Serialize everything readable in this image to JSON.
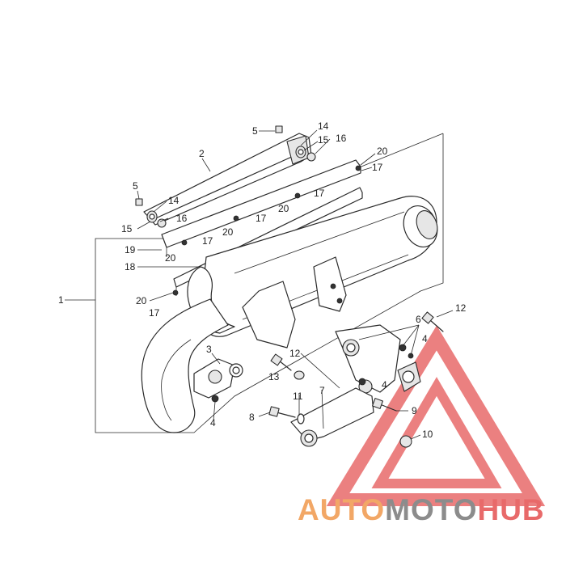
{
  "diagram": {
    "labels": {
      "l1": "1",
      "l2": "2",
      "l3": "3",
      "l4a": "4",
      "l4b": "4",
      "l4c": "4",
      "l5a": "5",
      "l5b": "5",
      "l6": "6",
      "l7": "7",
      "l8": "8",
      "l9": "9",
      "l10": "10",
      "l11": "11",
      "l12a": "12",
      "l12b": "12",
      "l13": "13",
      "l14a": "14",
      "l14b": "14",
      "l15a": "15",
      "l15b": "15",
      "l16a": "16",
      "l16b": "16",
      "l17a": "17",
      "l17b": "17",
      "l17c": "17",
      "l17d": "17",
      "l17e": "17",
      "l18": "18",
      "l19": "19",
      "l20a": "20",
      "l20b": "20",
      "l20c": "20",
      "l20d": "20",
      "l20e": "20"
    }
  },
  "watermark": {
    "part1": "AUTO",
    "part2": "MOTO",
    "part3": "HUB",
    "colors": {
      "orange": "#f2a766",
      "grey": "#8c8c8c",
      "red": "#e86a6a"
    }
  }
}
